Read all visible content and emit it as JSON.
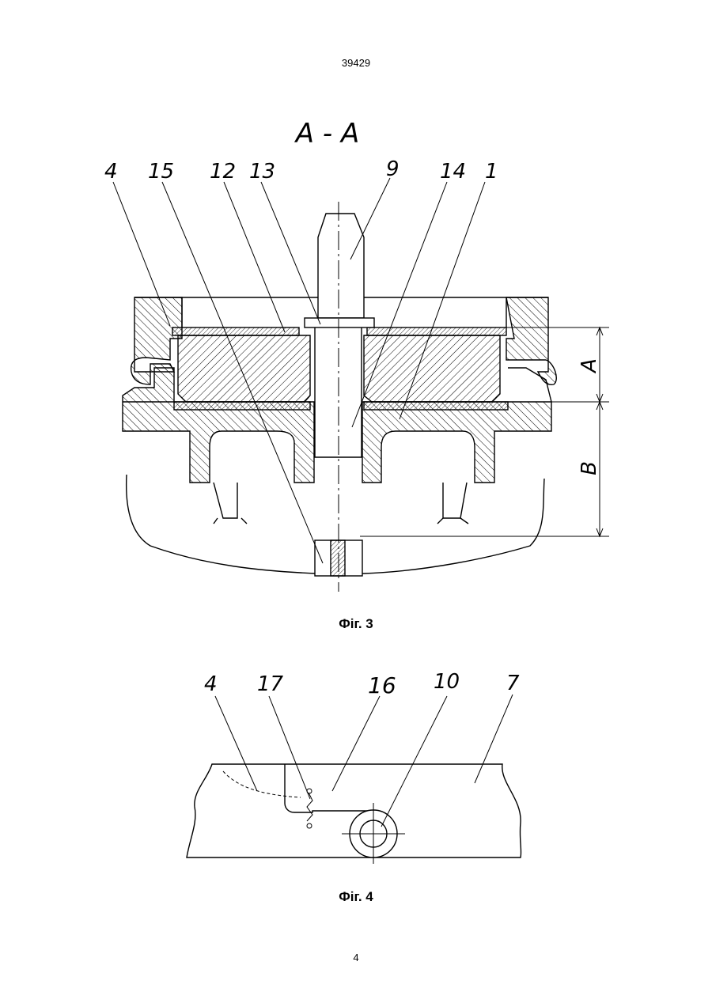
{
  "header": {
    "patent_number": "39429"
  },
  "fig3": {
    "section_label": "A - A",
    "caption": "Фіг. 3",
    "callouts": [
      "4",
      "15",
      "12",
      "13",
      "9",
      "14",
      "1"
    ],
    "dim_a": "A",
    "dim_b": "B"
  },
  "fig4": {
    "caption": "Фіг. 4",
    "callouts": [
      "4",
      "17",
      "16",
      "10",
      "7"
    ]
  },
  "footer": {
    "page_number": "4"
  }
}
